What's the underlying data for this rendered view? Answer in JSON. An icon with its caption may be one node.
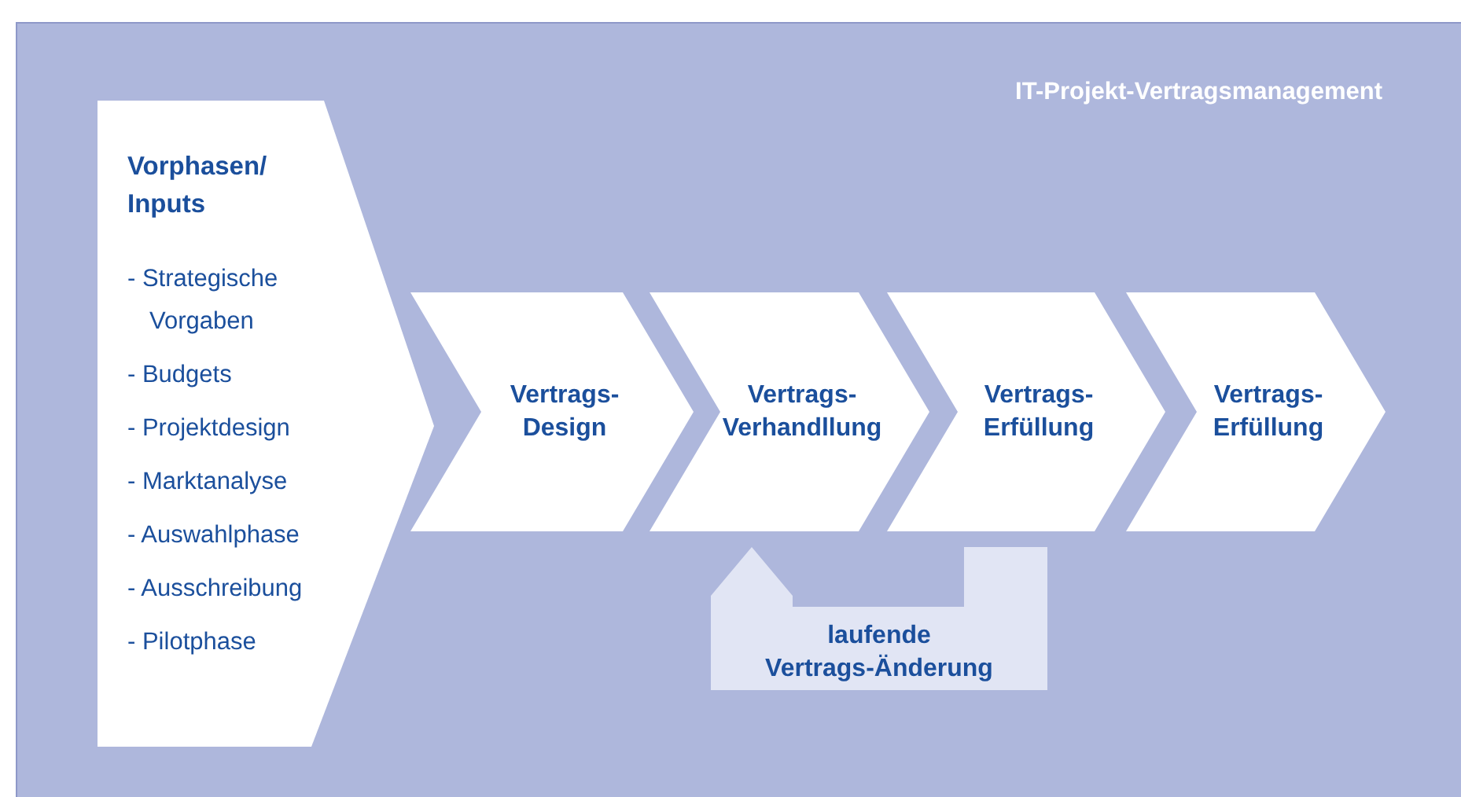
{
  "diagram": {
    "nodes": [
      {
        "text": [
          "IT-Projekt-Vertragsmanagement"
        ]
      },
      {
        "text": [
          "Vorphasen/ Inputs",
          "- Strategische Vorgaben",
          "- Budgets",
          "- Projektdesign",
          "- Marktanalyse",
          "- Auswahlphase",
          "- Ausschreibung",
          "- Pilotphase"
        ],
        "in": 0
      },
      {
        "text": [
          "Vertrags-Design"
        ],
        "in": 0
      },
      {
        "text": [
          "Vertrags-Verhandllung"
        ],
        "in": 0
      },
      {
        "text": [
          "Vertrags-Erfüllung"
        ],
        "in": 0
      },
      {
        "text": [
          "Vertrags-Erfüllung"
        ],
        "in": 0
      },
      {
        "text": [
          "laufende Vertrags-Änderung"
        ],
        "in": 0
      }
    ]
  }
}
